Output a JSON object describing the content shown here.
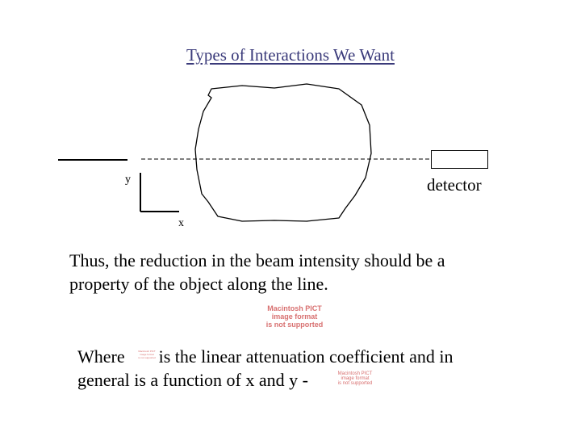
{
  "title": "Types of Interactions We Want",
  "diagram": {
    "y_label": "y",
    "x_label": "x",
    "detector_label": "detector"
  },
  "paragraph1": {
    "line1": "Thus, the reduction in the beam intensity should be a",
    "line2": "property of the object along the line."
  },
  "paragraph2": {
    "line1_before": "Where",
    "line1_after": "is the linear attenuation coefficient and in",
    "line2": "general is a function of x and y -"
  },
  "pict_placeholder": {
    "line1": "Macintosh PICT",
    "line2": "image format",
    "line3": "is not supported"
  }
}
